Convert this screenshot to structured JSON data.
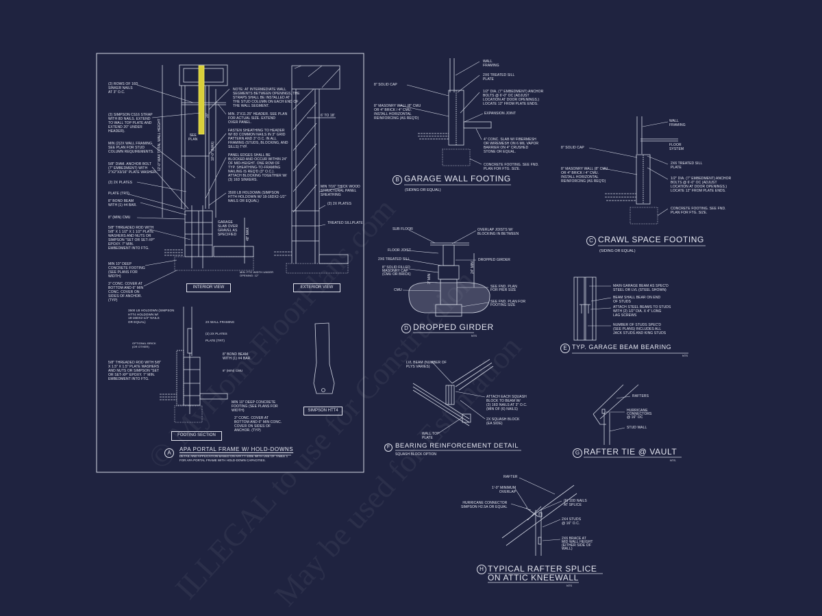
{
  "watermarks": [
    "© MyHomeFloorPlans.com",
    "ILLEGAL to use for Construction",
    "May be used for Estimation"
  ],
  "colors": {
    "background": "#1f2340",
    "lines": "#d8dce8",
    "strap": "#e6d84a"
  },
  "detail_a": {
    "letter": "A",
    "title": "APA PORTAL FRAME W/ HOLD-DOWNS",
    "subtitle": "DETAIL AND APPLICATION BASED ON APA TT-100E WITH USE OF TABLE 1\nFOR APA PORTAL FRAME WITH HOLD-DOWN CAPACITIES.",
    "interior_view": "INTERIOR VIEW",
    "exterior_view": "EXTERIOR VIEW",
    "footing_section": "FOOTING SECTION",
    "simpson": "SIMPSON HTT4",
    "dims": {
      "total_height": "12'-0\" MAX TOTAL WALL HEIGHT",
      "wall_max": "10'-0\" (MAX)",
      "strap_len": "20\"",
      "max48": "48\" MAX",
      "see_plan": "SEE\nPLAN",
      "span": "6' TO 18'"
    },
    "labels": {
      "sinker": "(2) ROWS OF 16d\nSINKER NAILS\nAT 3\" O.C.",
      "strap": "(2) SIMPSON CS16 STRAP\nWITH 8d NAILS. EXTEND\nTO WALL TOP PLATE AND\nEXTEND 20\" UNDER\nHEADER).",
      "framing": "MIN (2)2X WALL FRAMING.\nSEE PLAN FOR STUD\nCOLUMN REQUIREMENTS.",
      "anchor": "5/8\" DIAM. ANCHOR BOLT\n(7\" EMBEDMENT) WITH\n2\"x2\"x3/16\" PLATE WASHER.",
      "plates": "(2) 2x PLATES",
      "plate_trt": "PLATE (TRT)",
      "bond_beam": "8\" BOND BEAM\nWITH (1) #4 BAR.",
      "cmu": "8\" (MIN) CMU",
      "rod": "5/8\" THREADED ROD WITH\n5/8\" x 1 1/2\" x 1 1/2\" PLATE\nWASHERS AND NUTS OR\nSIMPSON \"SET OR SET-XP\"\nEPOXY. 7\" MIN.\nEMBEDMENT INTO FTG.",
      "footing": "MIN 10\" DEEP\nCONCRETE FOOTING\n(SEE PLANS FOR\nWIDTH)",
      "cover": "3\" CONC. COVER AT\nBOTTOM AND 6\" MIN\nCONC. COVER ON\nSIDES OF ANCHOR.\n(TYP)",
      "note": "NOTE: AT INTERMEDIATE WALL\nSEGMENTS BETWEEN OPENINGS, THE\nSTRAPS SHALL BE INSTALLED AT\nTHE STUD COLUMN ON EACH END OF\nTHE WALL SEGMENT.",
      "header": "MIN. 3\"x11.25\" HEADER. SEE PLAN\nFOR ACTUAL SIZE. EXTEND\nOVER PANEL.",
      "fasten": "FASTEN SHEATHING TO HEADER\nW/ 8d COMMON NAILS IN 3\" GRID\nPATTERN AND 3\" O.C. IN ALL\nFRAMING (STUDS, BLOCKING, AND\nSILLS) TYP.",
      "panel": "PANEL EDGES SHALL BE\nBLOCKED AND OCCUR WITHIN 24\"\nOF MID-HEIGHT. ONE ROW OF\nTYP. SHEATHING-TO-FRAMING\nNAILING IS REQ'D (3\" O.C.).\nATTACH BLOCKING TOGETHER W/\n(3) 16d SINKERS.",
      "holdown": "3500 LB HOLDOWN (SIMPSON\nHTT4 HOLDOWN W/ 18-16dx2-1/2\"\nNAILS OR EQUAL)",
      "slab": "GARAGE\nSLAB OVER\nGRAVEL AS\nSPECIFIED",
      "ftg_width": "MIN. FTG WIDTH UNDER\nOPENING: 12\"",
      "sheathing": "MIN 7/16\" THICK WOOD\nSTRUCTURAL PANEL\nSHEATHING",
      "ext_plates": "(2) 2x PLATES",
      "sillplate": "TREATED SILLPLATE",
      "f_holdown": "3500 LB HOLDOWN (SIMPSON\nHTT4 HOLDOWN W/\n18-16dx2-1/2\" NAILS\nOR EQUAL)",
      "f_framing": "2X WALL FRAMING",
      "f_plates": "(2) 2x PLATES",
      "f_plate": "PLATE (TRT)",
      "f_brick": "OPTIONAL BRICK\n(OR OTHER)",
      "f_bond": "8\" BOND BEAM\nWITH (1) #4 BAR.",
      "f_cmu": "8\" (MIN) CMU",
      "f_rod": "5/8\" THREADED ROD WITH 5/8\"\nx 1.5\" x 1.5\" PLATE WASHERS\nAND NUTS OR SIMPSON \"SET\nOR SET-XP\" EPOXY. 7\" MIN.\nEMBEDMENT INTO FTG.",
      "f_footing": "MIN 10\" DEEP CONCRETE\nFOOTING (SEE PLANS FOR\nWIDTH)",
      "f_cover": "3\" CONC. COVER AT\nBOTTOM AND 6\" MIN CONC.\nCOVER ON SIDES OF\nANCHOR. (TYP)"
    }
  },
  "detail_b": {
    "letter": "B",
    "title": "GARAGE WALL FOOTING",
    "subtitle": "(SIDING OR EQUAL)",
    "labels": {
      "framing": "WALL\nFRAMING",
      "sill": "2x6 TREATED SILL\nPLATE",
      "cap": "8\" SOLID CAP",
      "bolts": "1/2\" DIA. (7\" EMBEDMENT) ANCHOR\nBOLTS @ 6'-0\" OC (ADJUST\nLOCATION AT DOOR OPENINGS.)\nLOCATE 12\" FROM PLATE ENDS.",
      "wall": "8\" MASONRY WALL (8\" CMU\nOR 4\" BRICK / 4\" CMU.\nINSTALL HORIZONTAL\nREINFORCING (AS REQ'D)",
      "joint": "EXPANSION JOINT",
      "slab": "4\" CONC. SLAB w/ FIBERMESH\nOR WIREMESH ON 6 MIL VAPOR\nBARRIER ON 4\" CRUSHED\nSTONE OR EQUAL.",
      "footing": "CONCRETE FOOTING. SEE FND.\nPLAN FOR FTG. SIZE."
    }
  },
  "detail_c": {
    "letter": "C",
    "title": "CRAWL SPACE FOOTING",
    "subtitle": "(SIDING OR EQUAL)",
    "labels": {
      "framing": "WALL\nFRAMING",
      "cap": "8\" SOLID CAP",
      "floor": "FLOOR\nSYSTEM",
      "sill": "2x6 TREATED SILL\nPLATE",
      "wall": "8\" MASONRY WALL (8\" CMU\nOR 4\" BRICK / 4\" CMU.\nINSTALL HORIZONTAL\nREINFORCING (AS REQ'D)",
      "bolts": "1/2\" DIA. (7\" EMBEDMENT) ANCHOR\nBOLTS @ 6'-0\" OC (ADJUST\nLOCATION AT DOOR OPENINGS.)\nLOCATE 12\" FROM PLATE ENDS.",
      "footing": "CONCRETE FOOTING. SEE FND.\nPLAN FOR FTG. SIZE."
    }
  },
  "detail_d": {
    "letter": "D",
    "title": "DROPPED GIRDER",
    "nts": "NTS",
    "labels": {
      "subfloor": "SUB FLOOR",
      "overlap": "OVERLAP JOISTS W/\nBLOCKING IN BETWEEN",
      "joist": "FLOOR JOIST",
      "sill": "2x6 TREATED SILL",
      "girder": "DROPPED GIRDER",
      "cap": "8\" SOLID FILLED\nMASONRY CAP\n(CMU OR BRICK)",
      "cmu": "CMU",
      "pier": "SEE FND. PLAN\nFOR PIER SIZE",
      "footing": "SEE FND. PLAN FOR\nFOOTING SIZE",
      "min3": "3\" MIN",
      "min24": "24\" MIN"
    }
  },
  "detail_e": {
    "letter": "E",
    "title": "TYP. GARAGE BEAM BEARING",
    "nts": "NTS",
    "labels": {
      "beam": "MAIN GARAGE BEAM AS SPEC'D\nSTEEL OR LVL (STEEL SHOWN)",
      "bear": "BEAM SHALL BEAR ON END\nOF STUDS",
      "attach": "ATTACH STEEL BEAMS TO STUDS\nWITH (2) 1/2\" DIA. x 4\" LONG\nLAG SCREWS",
      "studs": "NUMBER OF STUDS SPEC'D\n(SEE PLANS) INCLUDES ALL\nJACK STUDS AND KING STUDS"
    }
  },
  "detail_f": {
    "letter": "F",
    "title": "BEARING REINFORCEMENT DETAIL",
    "subtitle": "SQUASH BLOCK OPTION",
    "labels": {
      "lvl": "LVL BEAM (NUMBER OF\nPLYS VARIES)",
      "attach": "ATTACH EACH SQUASH\nBLOCK TO BEAM W/\n(2) 16d NAILS AT 3\" O.C.\n(MIN OF (6) NAILS)",
      "block": "2x SQUASH BLOCK\n(EA SIDE)",
      "plate": "WALL TOP\nPLATE"
    }
  },
  "detail_g": {
    "letter": "G",
    "title": "RAFTER TIE @ VAULT",
    "nts": "NTS.",
    "labels": {
      "rafters": "RAFTERS",
      "hurricane": "HURRICANE\nCONNECTORS\n@ 16\" OC",
      "stud": "STUD WALL"
    }
  },
  "detail_h": {
    "letter": "H",
    "title_line1": "TYPICAL RAFTER SPLICE",
    "title_line2": "ON ATTIC KNEEWALL",
    "nts": "NTS",
    "labels": {
      "rafter": "RAFTER",
      "overlap": "1'-0\" MINIMUM\nOVERLAP",
      "connector": "HURRICANE CONNECTOR\nSIMPSON H2.5A OR EQUAL",
      "nails": "(6) 10d NAILS\nAT SPLICE",
      "studs": "2x4 STUDS\n@ 16\" O.C.",
      "brace": "2x6 BRACE AT\nMID WALL HEIGHT\n(EITHER SIDE OF\nWALL)"
    }
  }
}
